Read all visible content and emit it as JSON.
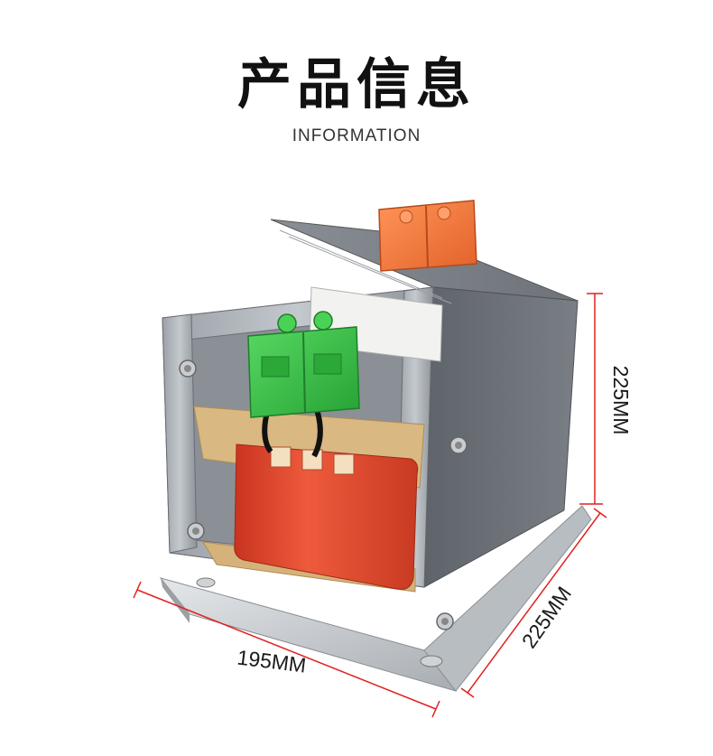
{
  "header": {
    "title": "产品信息",
    "subtitle": "INFORMATION"
  },
  "dimensions": {
    "height": "225MM",
    "depth": "225MM",
    "width": "195MM"
  },
  "colors": {
    "dimension_line": "#e0201e",
    "terminal_front": "#3cc24a",
    "terminal_top": "#f47a3a",
    "coil": "#e84a30",
    "insulation": "#d8b57e",
    "core": "#7b7f86"
  }
}
